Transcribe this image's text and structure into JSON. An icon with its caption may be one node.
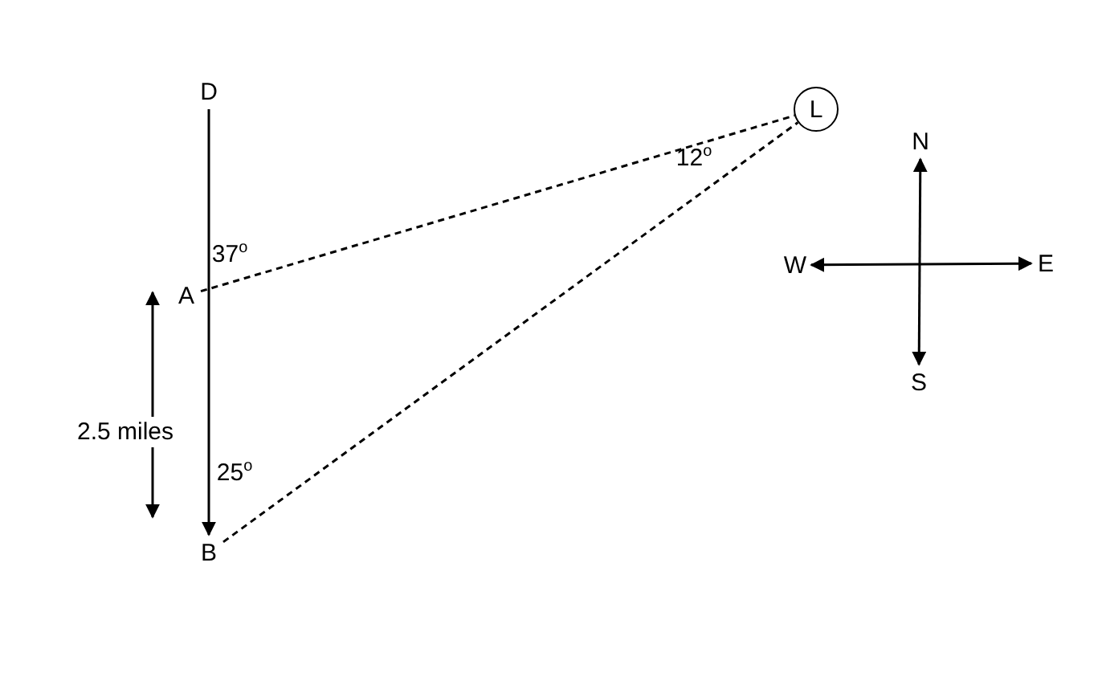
{
  "diagram": {
    "nodes": [
      {
        "text": [
          "D"
        ]
      },
      {
        "text": [
          "A"
        ]
      },
      {
        "text": [
          "B"
        ]
      },
      {
        "text": [
          "L"
        ]
      },
      {
        "text": [
          "N"
        ]
      },
      {
        "text": [
          "W"
        ]
      },
      {
        "text": [
          "E"
        ]
      },
      {
        "text": [
          "S"
        ]
      }
    ],
    "edges": [
      {
        "from": 0,
        "to": 2,
        "arrow": "to"
      },
      {
        "from": 1,
        "to": 3,
        "arrow": "none",
        "style": "dashed"
      },
      {
        "from": 2,
        "to": 3,
        "arrow": "none",
        "style": "dashed"
      },
      {
        "from": 4,
        "to": 7,
        "arrow": "both"
      },
      {
        "from": 5,
        "to": 6,
        "arrow": "both"
      }
    ],
    "labels": [
      "37$^{o}$",
      "12$^{o}$",
      "25$^{o}$",
      "2.5 miles"
    ]
  }
}
